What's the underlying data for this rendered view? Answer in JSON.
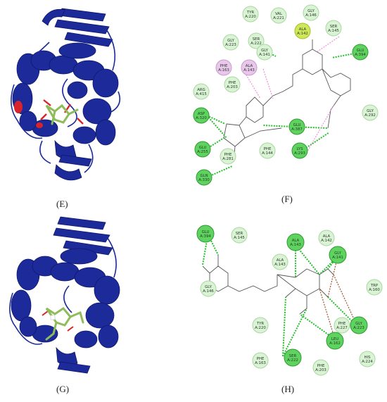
{
  "figure": {
    "panels": [
      {
        "id": "E",
        "label": "(E)",
        "kind": "protein-ribbon",
        "colors": {
          "ribbon": "#1d2b9a",
          "ligand": "#8fbc5a",
          "highlight": "#d8232a"
        }
      },
      {
        "id": "F",
        "label": "(F)",
        "kind": "interaction-2d",
        "residues": [
          {
            "name": "TYR",
            "num": "A:220",
            "type": "vdw"
          },
          {
            "name": "VAL",
            "num": "A:221",
            "type": "vdw"
          },
          {
            "name": "GLY",
            "num": "A:146",
            "type": "vdw"
          },
          {
            "name": "GLY",
            "num": "A:223",
            "type": "vdw"
          },
          {
            "name": "SER",
            "num": "A:222",
            "type": "vdw"
          },
          {
            "name": "GLY",
            "num": "A:141",
            "type": "vdw"
          },
          {
            "name": "ALA",
            "num": "A:142",
            "type": "yellow"
          },
          {
            "name": "SER",
            "num": "A:145",
            "type": "vdw"
          },
          {
            "name": "GLU",
            "num": "A:394",
            "type": "hbond"
          },
          {
            "name": "PHE",
            "num": "A:163",
            "type": "pi"
          },
          {
            "name": "ALA",
            "num": "A:143",
            "type": "pi"
          },
          {
            "name": "PHE",
            "num": "A:203",
            "type": "vdw"
          },
          {
            "name": "ARG",
            "num": "A:415",
            "type": "vdw"
          },
          {
            "name": "ASP",
            "num": "A:320",
            "type": "hbond"
          },
          {
            "name": "GLU",
            "num": "A:387",
            "type": "hbond"
          },
          {
            "name": "GLY",
            "num": "A:292",
            "type": "vdw"
          },
          {
            "name": "GLU",
            "num": "A:255",
            "type": "hbond"
          },
          {
            "name": "PHE",
            "num": "A:281",
            "type": "vdw"
          },
          {
            "name": "PHE",
            "num": "A:144",
            "type": "vdw"
          },
          {
            "name": "LYS",
            "num": "A:293",
            "type": "hbond"
          },
          {
            "name": "GLN",
            "num": "A:330",
            "type": "hbond"
          }
        ]
      },
      {
        "id": "G",
        "label": "(G)",
        "kind": "protein-ribbon",
        "colors": {
          "ribbon": "#1d2b9a",
          "ligand": "#8fbc5a",
          "highlight": "#d8232a"
        }
      },
      {
        "id": "H",
        "label": "(H)",
        "kind": "interaction-2d",
        "residues": [
          {
            "name": "GLU",
            "num": "A:394",
            "type": "hbond"
          },
          {
            "name": "SER",
            "num": "A:145",
            "type": "vdw"
          },
          {
            "name": "ALA",
            "num": "A:143",
            "type": "hbond"
          },
          {
            "name": "ALA",
            "num": "A:143",
            "type": "vdw"
          },
          {
            "name": "GLY",
            "num": "A:141",
            "type": "hbond"
          },
          {
            "name": "ALA",
            "num": "A:142",
            "type": "vdw"
          },
          {
            "name": "TRP",
            "num": "A:160",
            "type": "vdw"
          },
          {
            "name": "GLY",
            "num": "A:146",
            "type": "vdw"
          },
          {
            "name": "TYR",
            "num": "A:220",
            "type": "vdw"
          },
          {
            "name": "PHE",
            "num": "A:227",
            "type": "vdw"
          },
          {
            "name": "GLY",
            "num": "A:223",
            "type": "hbond"
          },
          {
            "name": "LEU",
            "num": "A:162",
            "type": "hbond"
          },
          {
            "name": "HIS",
            "num": "A:224",
            "type": "vdw"
          },
          {
            "name": "PHE",
            "num": "A:163",
            "type": "vdw"
          },
          {
            "name": "SER",
            "num": "A:222",
            "type": "hbond"
          },
          {
            "name": "PHE",
            "num": "A:203",
            "type": "vdw"
          }
        ]
      }
    ],
    "colors": {
      "hbond_fill": "#5fd35f",
      "hbond_stroke": "#2e9a2e",
      "vdw_fill": "#d9f3d4",
      "vdw_stroke": "#a9d8a0",
      "pi_fill": "#e9c7ea",
      "pi_stroke": "#c89bd0",
      "yellow_fill": "#cfe85a",
      "yellow_stroke": "#a3bd2a",
      "hbond_line": "#22c02a",
      "pi_line": "#f08fd8",
      "bond_line": "#555555"
    }
  }
}
